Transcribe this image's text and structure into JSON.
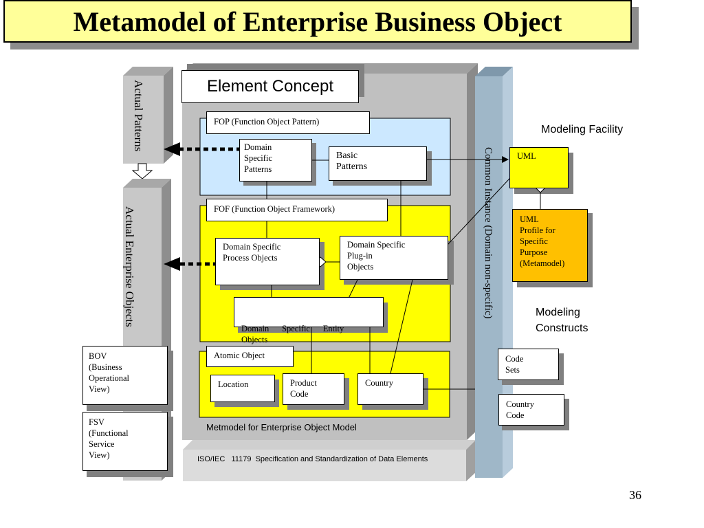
{
  "title": "Metamodel of Enterprise Business Object",
  "slide_number": "36",
  "element_concept": "Element Concept",
  "actual_patterns": "Actual Patterns",
  "actual_enterprise_objects": "Actual  Enterprise Objects",
  "common_instance": "Common Instance (Domain non-specific)",
  "fop": {
    "label": "FOP (Function Object Pattern)",
    "domain_specific_patterns": [
      "Domain",
      "Specific",
      "Patterns"
    ],
    "basic_patterns": [
      "Basic",
      "Patterns"
    ]
  },
  "fof": {
    "label": "FOF (Function Object Framework)",
    "process_objects": [
      "Domain Specific",
      "Process Objects"
    ],
    "plugin_objects": [
      "Domain Specific",
      "Plug-in",
      "Objects"
    ],
    "entity_objects": [
      "Domain      Specific      Entity",
      "Objects"
    ]
  },
  "atomic": {
    "label": "Atomic Object",
    "location": "Location",
    "product_code": [
      "Product",
      "Code"
    ],
    "country": "Country"
  },
  "metamodel_caption": "Metmodel for Enterprise Object Model",
  "iso_caption": "ISO/IEC   11179  Specification and Standardization of Data Elements",
  "bov": [
    "BOV",
    "(Business",
    "Operational",
    "View)"
  ],
  "fsv": [
    "FSV",
    "(Functional",
    "Service",
    "View)"
  ],
  "modeling_facility": "Modeling Facility",
  "uml": "UML",
  "uml_profile": [
    "UML",
    "Profile for",
    "Specific",
    "Purpose",
    "(Metamodel)"
  ],
  "modeling_constructs": [
    "Modeling",
    "Constructs"
  ],
  "code_sets": [
    "Code",
    "Sets"
  ],
  "country_code": [
    "Country",
    "Code"
  ],
  "colors": {
    "title_bg": "#ffff99",
    "fop_bg": "#cce8ff",
    "fof_bg": "#ffff00",
    "uml_profile_bg": "#ffc000",
    "common_instance_bg": "#9fb7c8",
    "panel_grey": "#c0c0c0"
  }
}
